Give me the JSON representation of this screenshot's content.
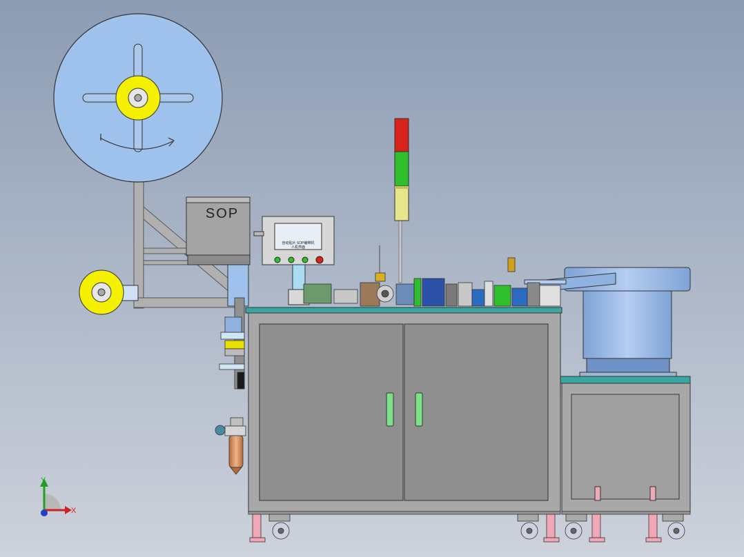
{
  "label_box": "SOP",
  "hmi_text_1": "自动贴片 SOP编带机",
  "hmi_text_2": "人机界面",
  "axis_y": "Y",
  "axis_x": "X",
  "colors": {
    "bg_top": "#8c9cb4",
    "bg_bottom": "#c9cfd9",
    "reel": "#9ec2ec",
    "hub": "#f4f000",
    "frame": "#a8a8a8",
    "panel": "#8f8f8f",
    "teal": "#3aa6a2",
    "bowl": "#8fb2e0",
    "handle": "#7ee08a",
    "light_red": "#d8231c",
    "light_green": "#2fbf2c",
    "light_yellow": "#e8e48c",
    "foot": "#f0a8b8",
    "filter": "#d08a58"
  }
}
